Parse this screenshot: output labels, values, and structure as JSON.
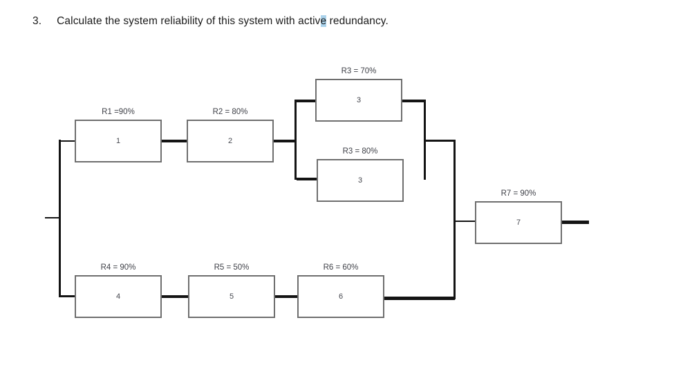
{
  "question": {
    "number": "3.",
    "text_before_highlight": "Calculate the system reliability of this system with activ",
    "highlighted_text": "e",
    "text_after_highlight": " redundancy."
  },
  "diagram": {
    "type": "reliability-block-diagram",
    "blocks": [
      {
        "label": "R1 =90%",
        "number": "1"
      },
      {
        "label": "R2 = 80%",
        "number": "2"
      },
      {
        "label": "R3 = 70%",
        "number": "3"
      },
      {
        "label": "R3 = 80%",
        "number": "3"
      },
      {
        "label": "R4 = 90%",
        "number": "4"
      },
      {
        "label": "R5 = 50%",
        "number": "5"
      },
      {
        "label": "R6 = 60%",
        "number": "6"
      },
      {
        "label": "R7 = 90%",
        "number": "7"
      }
    ],
    "colors": {
      "box_border": "#6e6e6e",
      "connector": "#141414",
      "label_text": "#3f4148",
      "selection_highlight": "#abd3ec"
    }
  }
}
